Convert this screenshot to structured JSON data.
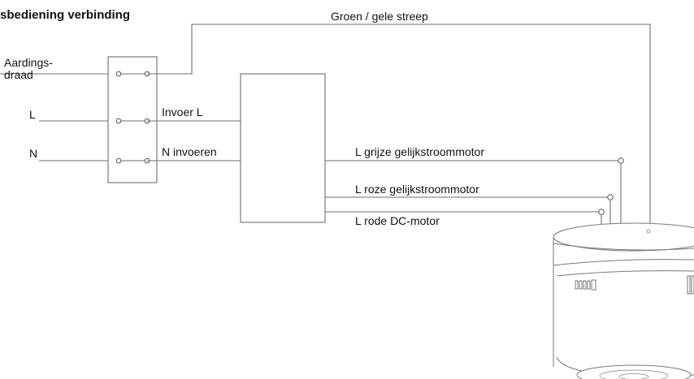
{
  "title": "sbediening verbinding",
  "labels": {
    "earth_wire_line1": "Aardings-",
    "earth_wire_line2": "draad",
    "l": "L",
    "n": "N",
    "input_l": "Invoer L",
    "input_n": "N invoeren",
    "green_yellow": "Groen / gele streep",
    "grey_dc_motor": "L grijze gelijkstroommotor",
    "pink_dc_motor": "L roze gelijkstroommotor",
    "red_dc_motor": "L rode DC-motor"
  }
}
